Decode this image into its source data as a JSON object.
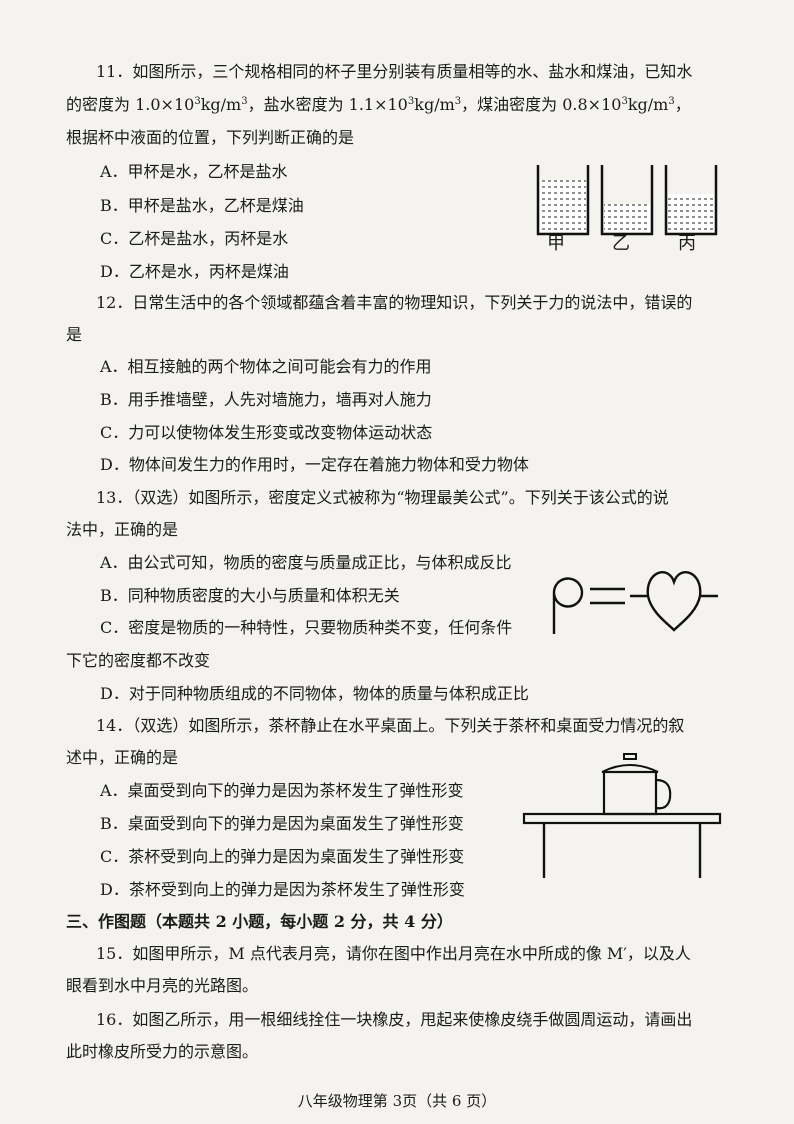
{
  "q11": {
    "line1": "11．如图所示，三个规格相同的杯子里分别装有质量相等的水、盐水和煤油，已知水",
    "line2a": "的密度为 1.0×10",
    "line2b": "kg/m",
    "line2c": "，盐水密度为 1.1×10",
    "line2d": "kg/m",
    "line2e": "，煤油密度为 0.8×10",
    "line2f": "kg/m",
    "line2g": "，",
    "exp": "3",
    "line3": "根据杯中液面的位置，下列判断正确的是",
    "options": [
      "A．甲杯是水，乙杯是盐水",
      "B．甲杯是盐水，乙杯是煤油",
      "C．乙杯是盐水，丙杯是水",
      "D．乙杯是水，丙杯是煤油"
    ],
    "cup_labels": [
      "甲",
      "乙",
      "丙"
    ]
  },
  "q12": {
    "line1": "12．日常生活中的各个领域都蕴含着丰富的物理知识，下列关于力的说法中，错误的",
    "line2": "是",
    "options": [
      "A．相互接触的两个物体之间可能会有力的作用",
      "B．用手推墙壁，人先对墙施力，墙再对人施力",
      "C．力可以使物体发生形变或改变物体运动状态",
      "D．物体间发生力的作用时，一定存在着施力物体和受力物体"
    ]
  },
  "q13": {
    "line1": "13．（双选）如图所示，密度定义式被称为“物理最美公式”。下列关于该公式的说",
    "line2": "法中，正确的是",
    "options": [
      "A．由公式可知，物质的密度与质量成正比，与体积成反比",
      "B．同种物质密度的大小与质量和体积无关",
      "C．密度是物质的一种特性，只要物质种类不变，任何条件",
      "D．对于同种物质组成的不同物体，物体的质量与体积成正比"
    ],
    "option_c_cont": "下它的密度都不改变"
  },
  "q14": {
    "line1": "14．（双选）如图所示，茶杯静止在水平桌面上。下列关于茶杯和桌面受力情况的叙",
    "line2": "述中，正确的是",
    "options": [
      "A．桌面受到向下的弹力是因为茶杯发生了弹性形变",
      "B．桌面受到向下的弹力是因为桌面发生了弹性形变",
      "C．茶杯受到向上的弹力是因为桌面发生了弹性形变",
      "D．茶杯受到向上的弹力是因为茶杯发生了弹性形变"
    ]
  },
  "section3": "三、作图题（本题共 2 小题，每小题 2 分，共 4 分）",
  "q15": {
    "line1": "15．如图甲所示，M 点代表月亮，请你在图中作出月亮在水中所成的像 M′，以及人",
    "line2": "眼看到水中月亮的光路图。"
  },
  "q16": {
    "line1": "16．如图乙所示，用一根细线拴住一块橡皮，甩起来使橡皮绕手做圆周运动，请画出",
    "line2": "此时橡皮所受力的示意图。"
  },
  "footer": "八年级物理第 3页（共 6 页）"
}
